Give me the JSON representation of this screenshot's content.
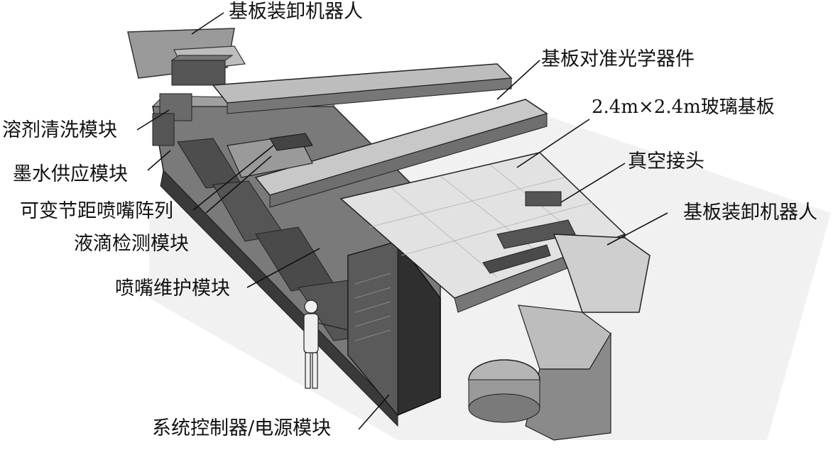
{
  "labels": {
    "substrate_robot_top": "基板装卸机器人",
    "alignment_optics": "基板对准光学器件",
    "glass_substrate": "2.4m×2.4m玻璃基板",
    "vacuum_connector": "真空接头",
    "substrate_robot_right": "基板装卸机器人",
    "solvent_cleaning": "溶剂清洗模块",
    "ink_supply": "墨水供应模块",
    "nozzle_array": "可变节距喷嘴阵列",
    "droplet_detection": "液滴检测模块",
    "nozzle_maintenance": "喷嘴维护模块",
    "control_power": "系统控制器/电源模块"
  },
  "colors": {
    "ink": "#111111",
    "machine_dark": "#3a3a3a",
    "machine_mid": "#8a8a8a",
    "machine_light": "#cfcfcf",
    "glass": "#dcdcdc"
  }
}
